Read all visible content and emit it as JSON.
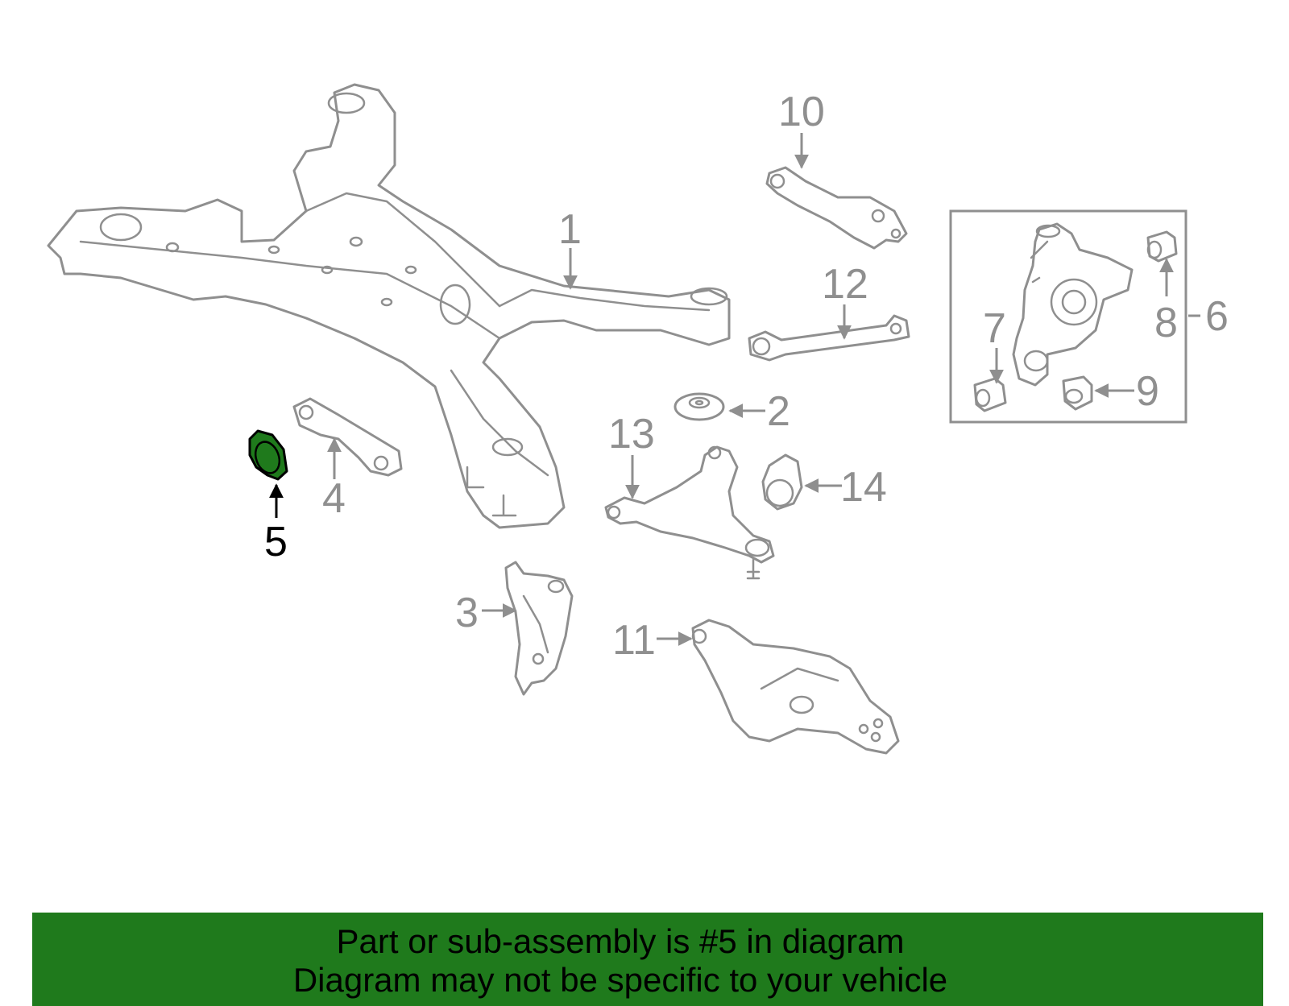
{
  "colors": {
    "highlight": "#1f7a1c",
    "banner_bg": "#1f7a1c",
    "part_stroke": "#8f8f8f",
    "callout_gray": "#8f8f8f",
    "callout_active": "#000000"
  },
  "diagram": {
    "highlighted_part": "5",
    "callouts": {
      "c1": "1",
      "c2": "2",
      "c3": "3",
      "c4": "4",
      "c5": "5",
      "c6": "6",
      "c7": "7",
      "c8": "8",
      "c9": "9",
      "c10": "10",
      "c11": "11",
      "c12": "12",
      "c13": "13",
      "c14": "14"
    }
  },
  "banner": {
    "line1": "Part or sub-assembly is #5 in diagram",
    "line2": "Diagram may not be specific to your vehicle"
  }
}
